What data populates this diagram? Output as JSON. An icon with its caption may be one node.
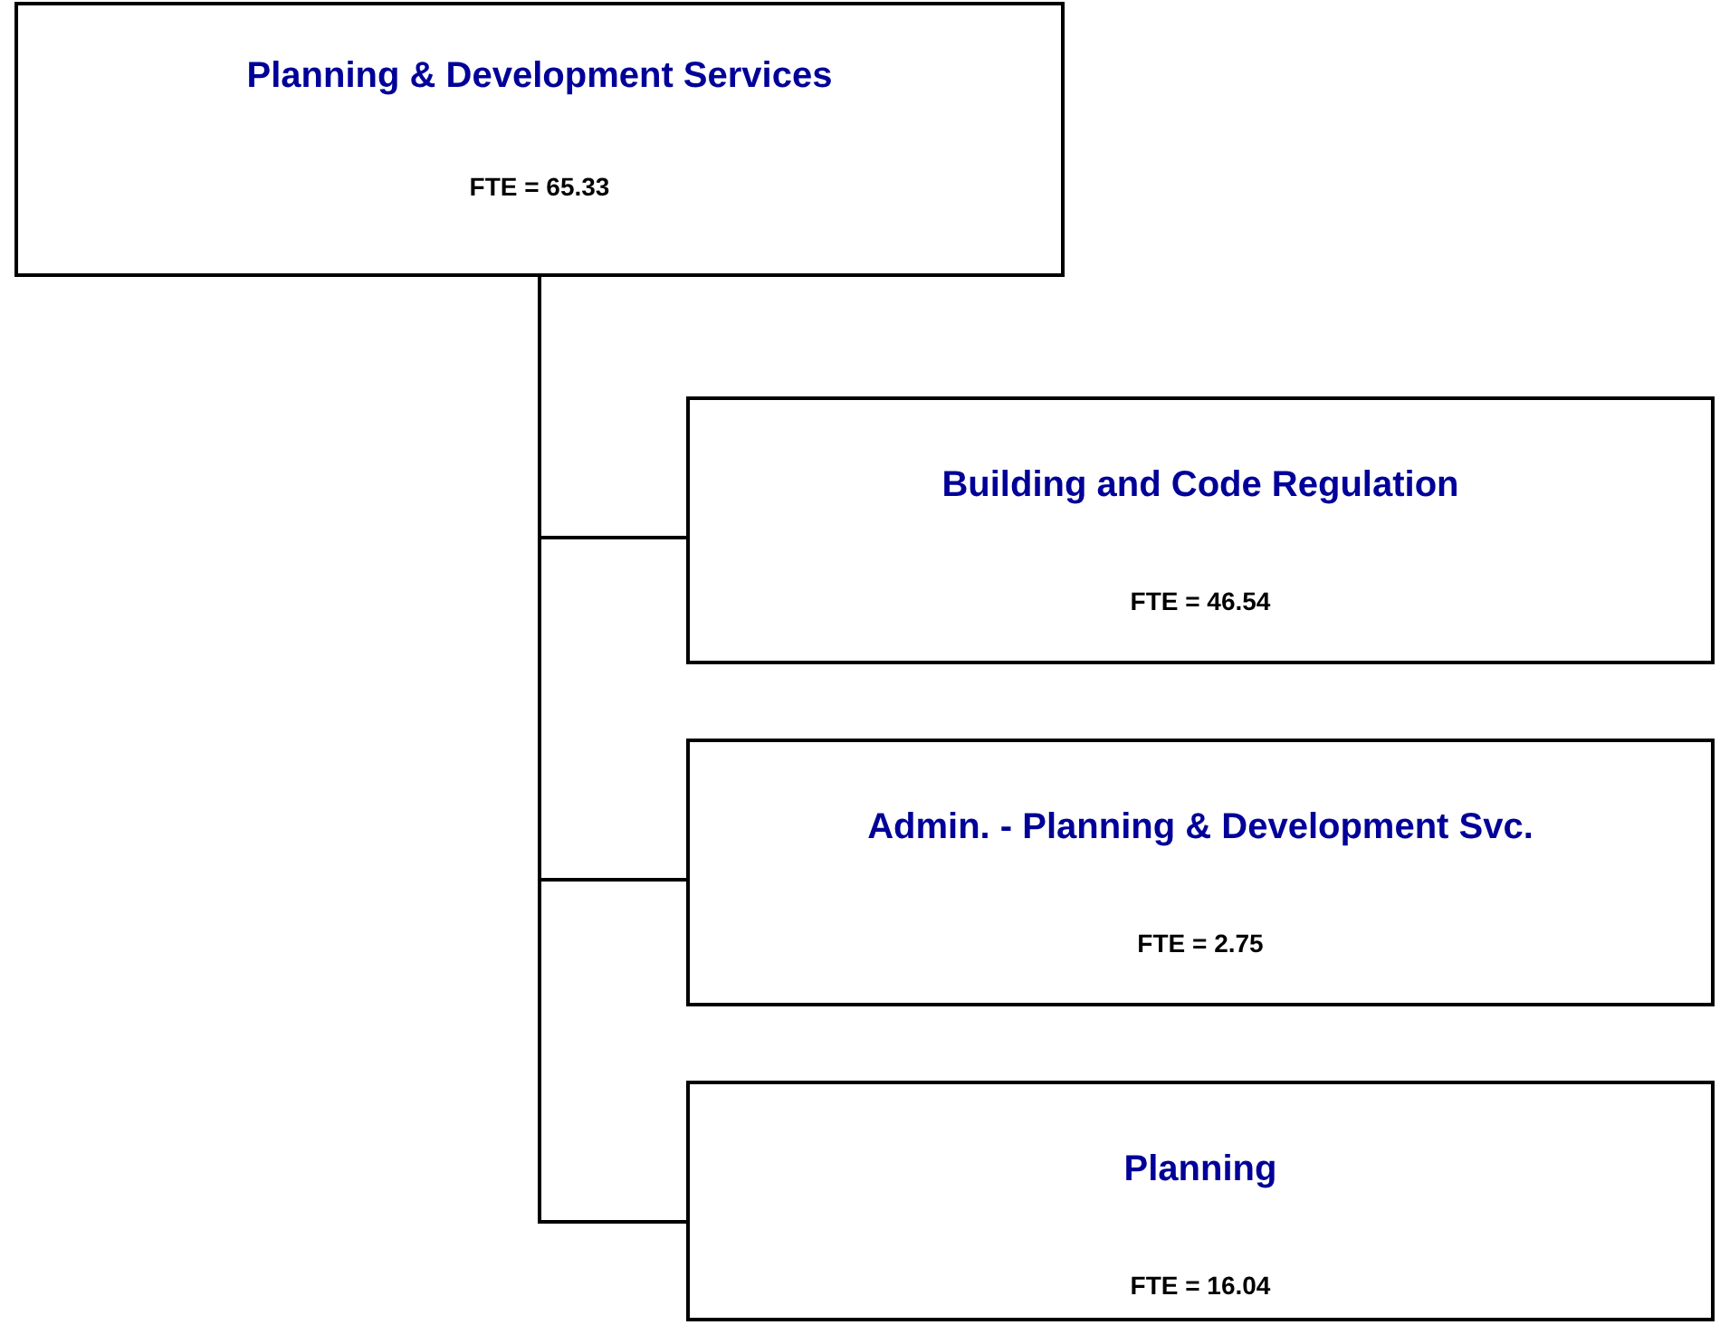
{
  "diagram": {
    "nodes": [
      {
        "text": [
          "Planning & Development Services",
          "FTE = 65.33"
        ]
      },
      {
        "text": [
          "Building and Code Regulation",
          "FTE = 46.54"
        ]
      },
      {
        "text": [
          "Admin. - Planning & Development Svc.",
          "FTE = 2.75"
        ]
      },
      {
        "text": [
          "Planning",
          "FTE = 16.04"
        ]
      }
    ],
    "edges": [
      {
        "from": 0,
        "to": 1,
        "arrow": "none"
      },
      {
        "from": 0,
        "to": 2,
        "arrow": "none"
      },
      {
        "from": 0,
        "to": 3,
        "arrow": "none"
      }
    ]
  }
}
